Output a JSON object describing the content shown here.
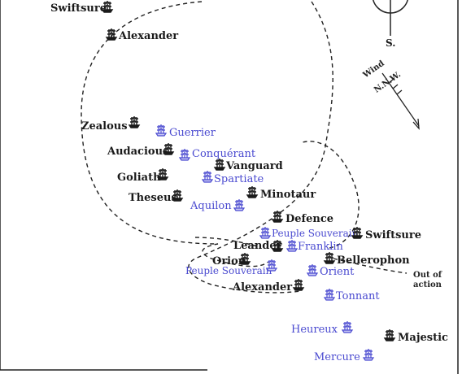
{
  "colors": {
    "british": "#1a1a1a",
    "french": "#4a4ad0",
    "line": "#222222"
  },
  "compass": {
    "south": "S."
  },
  "wind": {
    "line1": "Wind",
    "line2": "N.N.W."
  },
  "out_of_action": {
    "line1": "Out of",
    "line2": "action"
  },
  "british_ships": [
    "Swiftsure",
    "Alexander",
    "Zealous",
    "Audacious",
    "Goliath",
    "Vanguard",
    "Theseus",
    "Minotaur",
    "Defence",
    "Swiftsure",
    "Leander",
    "Bellerophon",
    "Orion",
    "Alexander",
    "Majestic"
  ],
  "french_ships": [
    "Guerrier",
    "Conquérant",
    "Spartiate",
    "Aquilon",
    "Peuple Souverain",
    "Franklin",
    "Orient",
    "Peuple Souverain",
    "Tonnant",
    "Heureux",
    "Mercure"
  ],
  "ship_icon": "sailing-ship-icon"
}
